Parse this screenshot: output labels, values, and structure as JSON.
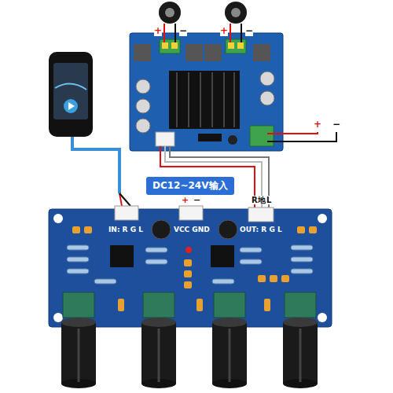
{
  "diagram": {
    "nodes": [
      {
        "text": [
          "DC12~24V输入"
        ]
      }
    ],
    "labels": [
      "+",
      "−",
      "+",
      "−",
      "+",
      "−",
      "+",
      "−",
      "R",
      "地",
      "L",
      "IN: R G L",
      "VCC GND",
      "OUT: R G L"
    ]
  }
}
